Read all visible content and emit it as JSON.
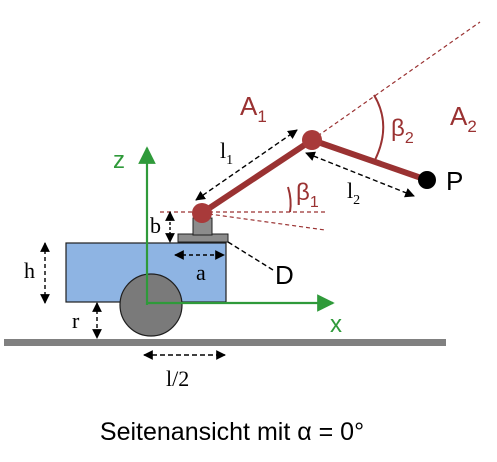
{
  "colors": {
    "arm": "#9a3232",
    "joint": "#a83a3a",
    "axis": "#2f9a3a",
    "body": "#8eb4e3",
    "wheel": "#7a7a7a",
    "ground": "#808080",
    "mount": "#8c8c8c",
    "ink": "#000000"
  },
  "labels": {
    "A1": "A",
    "A1_sub": "1",
    "A2": "A",
    "A2_sub": "2",
    "l1": "l",
    "l1_sub": "1",
    "l2": "l",
    "l2_sub": "2",
    "beta1": "β",
    "beta1_sub": "1",
    "beta2": "β",
    "beta2_sub": "2",
    "P": "P",
    "D": "D",
    "z": "z",
    "x": "x",
    "h": "h",
    "r": "r",
    "b": "b",
    "a": "a",
    "l_half": "l/2"
  },
  "caption": "Seitenansicht mit α = 0°"
}
